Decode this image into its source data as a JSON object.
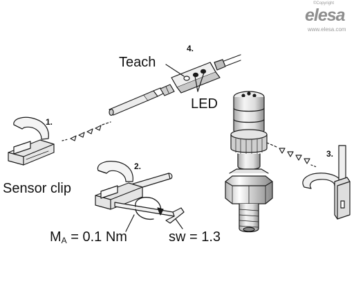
{
  "brand": {
    "copyright": "©Copyright",
    "name": "elesa",
    "url": "www.elesa.com"
  },
  "steps": {
    "s1": "1.",
    "s2": "2.",
    "s3": "3.",
    "s4": "4."
  },
  "labels": {
    "sensor_clip": "Sensor clip",
    "teach": "Teach",
    "led": "LED",
    "torque_prefix": "M",
    "torque_sub": "A",
    "torque_value": " = 0.1 Nm",
    "wrench_size": "sw = 1.3"
  },
  "colors": {
    "line": "#1a1a1a",
    "fill_light": "#f4f4f4",
    "fill_mid": "#d8d8d8",
    "fill_dark": "#9c9c9c",
    "brand": "#8e8e8e"
  }
}
